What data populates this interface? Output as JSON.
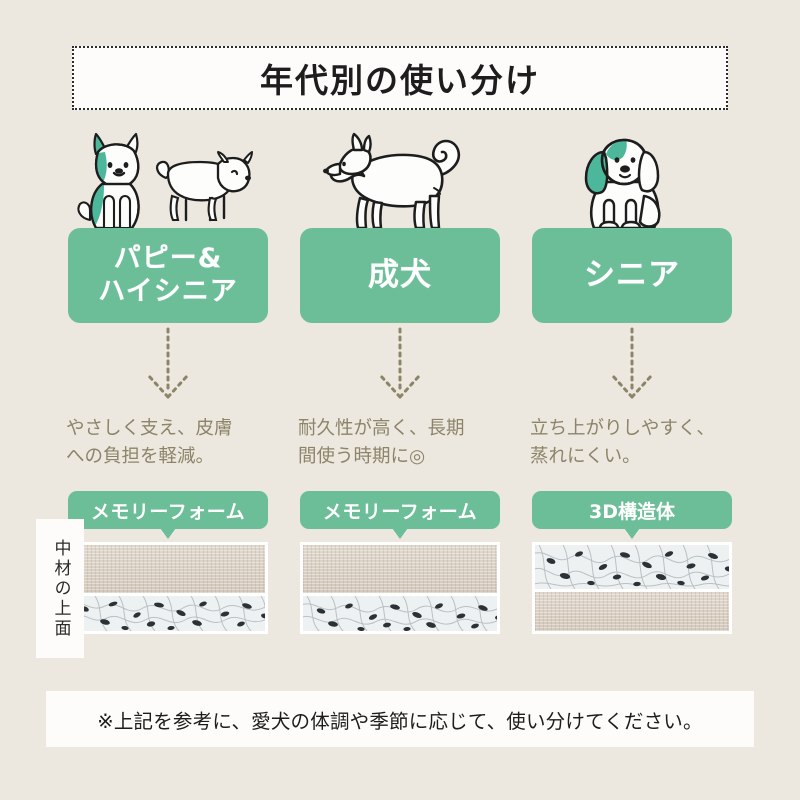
{
  "header": {
    "title": "年代別の使い分け"
  },
  "colors": {
    "background": "#ece8e0",
    "panel": "#fdfcfa",
    "accent_green": "#6cbe99",
    "caption_text": "#8d8468",
    "title_text": "#1d1d1d",
    "foam_tan": "#d7cec2",
    "mesh_gray": "#e9ecee",
    "dog_accent_teal": "#4cb79a"
  },
  "side_label": {
    "text": "中材の上面"
  },
  "columns": [
    {
      "id": "puppy-high-senior",
      "illustration": "two-dogs-sitting-and-standing-icon",
      "age_lines": [
        "パピー&",
        "ハイシニア"
      ],
      "arrow": "dotted-down-arrow-icon",
      "caption_lines": [
        "やさしく支え、皮膚",
        "への負担を軽減。"
      ],
      "material_label": "メモリーフォーム",
      "material_label_style": "jp",
      "layers_top_to_bottom": [
        "foam",
        "mesh"
      ]
    },
    {
      "id": "adult-dog",
      "illustration": "standing-shiba-dog-icon",
      "age_lines": [
        "成犬"
      ],
      "arrow": "dotted-down-arrow-icon",
      "caption_lines": [
        "耐久性が高く、長期",
        "間使う時期に◎"
      ],
      "material_label": "メモリーフォーム",
      "material_label_style": "jp",
      "layers_top_to_bottom": [
        "foam",
        "mesh"
      ]
    },
    {
      "id": "senior",
      "illustration": "sitting-beagle-dog-icon",
      "age_lines": [
        "シニア"
      ],
      "arrow": "dotted-down-arrow-icon",
      "caption_lines": [
        "立ち上がりしやすく、",
        "蒸れにくい。"
      ],
      "material_label": "3D構造体",
      "material_label_style": "en",
      "layers_top_to_bottom": [
        "mesh",
        "foam"
      ]
    }
  ],
  "footer": {
    "note": "※上記を参考に、愛犬の体調や季節に応じて、使い分けてください。"
  }
}
